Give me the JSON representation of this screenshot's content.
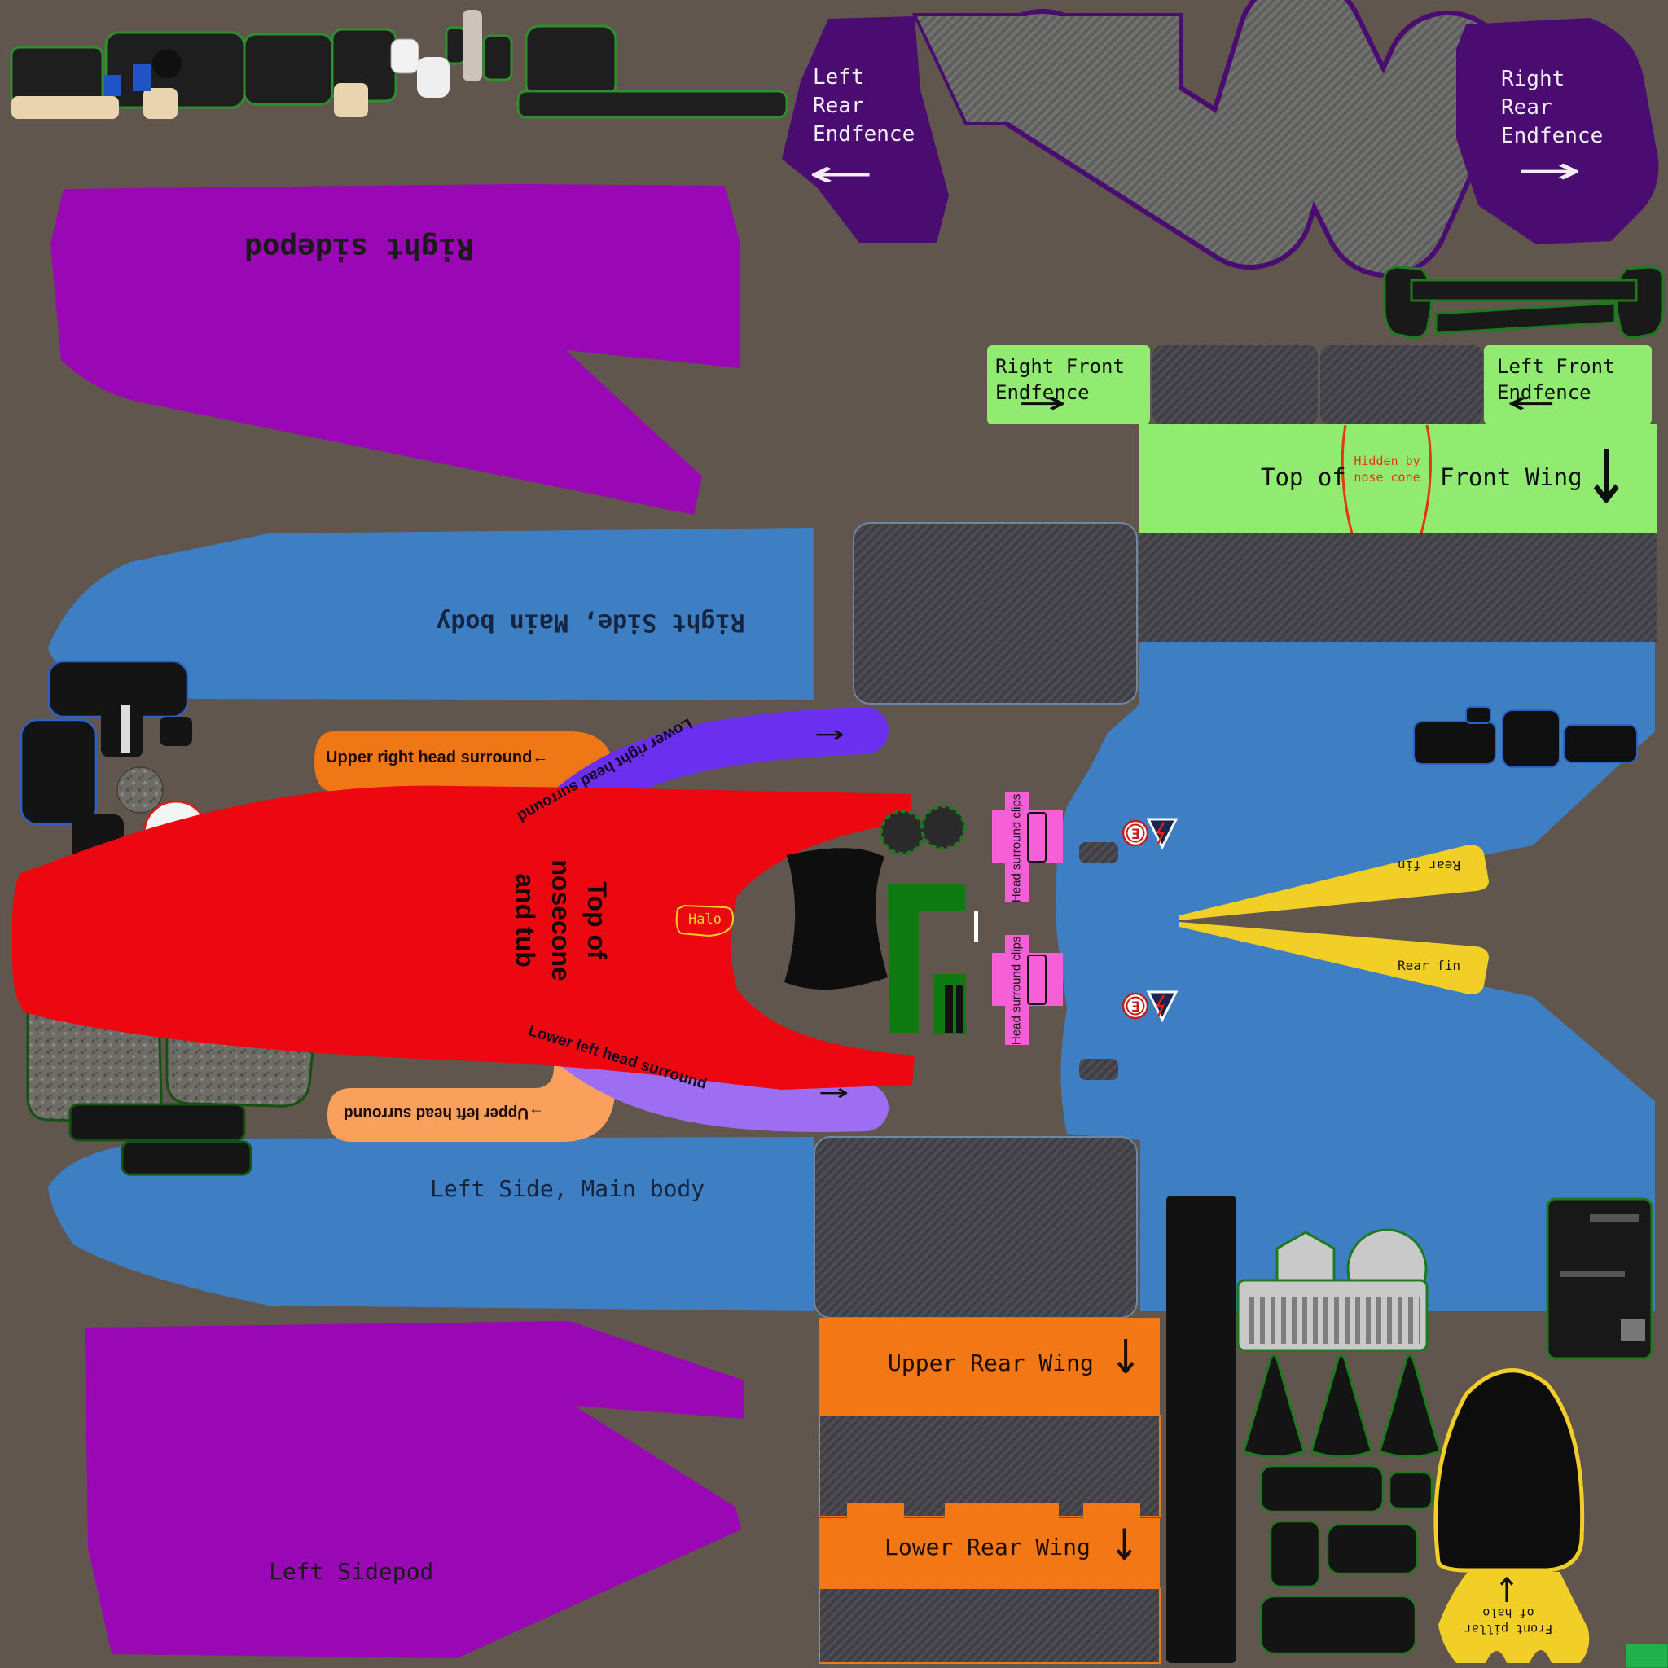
{
  "background_color": "#60564D",
  "colors": {
    "background": "#60564D",
    "rear_endfence_purple": "#4A0C70",
    "carbon_gray": "#71716F",
    "carbon_dark": "#4C4C52",
    "front_wing_green": "#90EB70",
    "sidepod_magenta": "#9A07B5",
    "body_blue": "#3E7EC2",
    "nose_red": "#EC0711",
    "surround_orange_dark": "#F07716",
    "surround_orange_light": "#F9A05C",
    "surround_violet": "#6B2FF0",
    "surround_lilac": "#9D6EF2",
    "clip_pink": "#F75FD7",
    "fin_yellow": "#F2CF27",
    "rear_wing_orange": "#F47716",
    "halo_yellow": "#F2CF27",
    "hidden_red": "#E8350E",
    "outline_green": "#1E7A1E",
    "part_dark": "#161616",
    "part_gray": "#C9C9C9",
    "label_white": "#F2EDF6",
    "label_navy": "#15243F"
  },
  "labels": {
    "left_rear_endfence": "Left\nRear\nEndfence",
    "right_rear_endfence": "Right\nRear\nEndfence",
    "right_front_endfence": "Right Front\nEndfence",
    "left_front_endfence": "Left Front\nEndfence",
    "front_wing_top_left": "Top of",
    "front_wing_top_right": "Front Wing",
    "hidden_by_nose_cone": "Hidden by\nnose cone",
    "right_sidepod": "Right sidepod",
    "left_sidepod": "Left Sidepod",
    "right_side_main_body": "Right Side, Main body",
    "left_side_main_body": "Left Side, Main body",
    "upper_right_head_surround": "Upper right head surround←",
    "upper_left_head_surround": "→Upper left head surround",
    "lower_right_head_surround": "Lower right head surround",
    "lower_left_head_surround": "Lower left head surround",
    "top_of_nosecone": "Top of\nnosecone\nand tub",
    "halo": "Halo",
    "head_surround_clips": "Head surround clips",
    "rear_fin": "Rear fin",
    "upper_rear_wing": "Upper Rear Wing",
    "lower_rear_wing": "Lower Rear Wing",
    "front_pillar_of_halo": "Front pillar\nof halo"
  },
  "icons": {
    "arrow_left": "←",
    "arrow_right": "→",
    "arrow_down": "↓",
    "arrow_up": "↑",
    "extinguisher_marker": "Ǝ"
  }
}
